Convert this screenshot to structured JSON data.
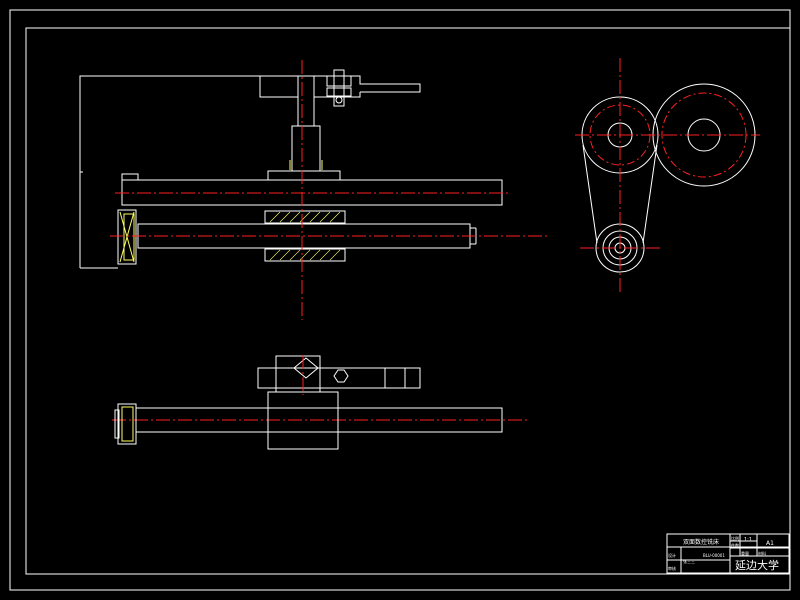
{
  "title_block": {
    "drawing_name": "双面数控铣床",
    "drawing_number": "BLU-00001",
    "scale_label": "比例",
    "scale_value": "1:1",
    "sheet_size": "A1",
    "quantity_label": "件数",
    "material_label": "材料",
    "designer_label": "设计",
    "designer_value": "张三三",
    "checker_label": "审核",
    "weight_label": "重量",
    "university": "延边大学"
  }
}
